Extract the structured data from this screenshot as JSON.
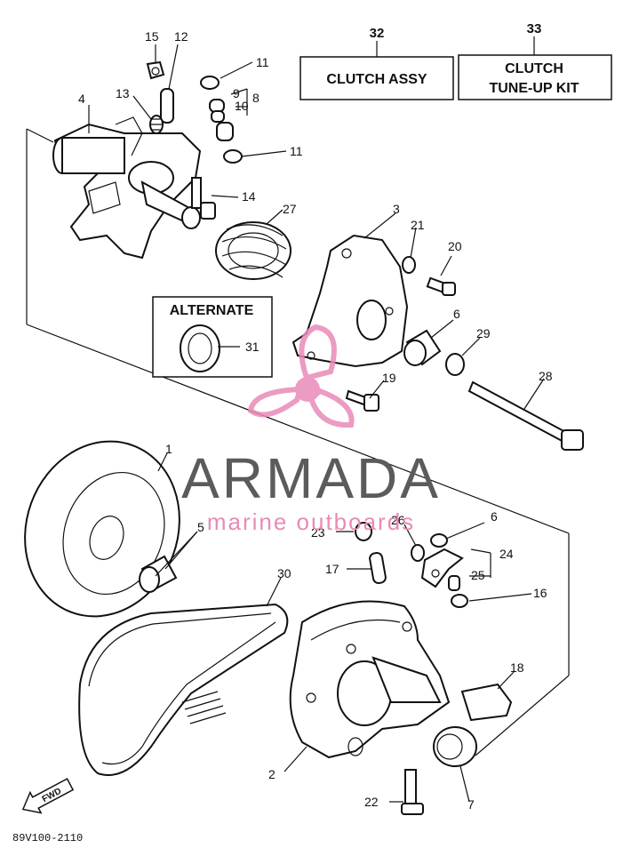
{
  "kits": [
    {
      "number": "32",
      "label": "CLUTCH ASSY"
    },
    {
      "number": "33",
      "label_line1": "CLUTCH",
      "label_line2": "TUNE-UP KIT"
    }
  ],
  "alternate_box": {
    "label": "ALTERNATE",
    "part": "31"
  },
  "callouts": [
    "15",
    "12",
    "11",
    "13",
    "9",
    "8",
    "10",
    "4",
    "11",
    "14",
    "27",
    "3",
    "21",
    "20",
    "6",
    "29",
    "28",
    "19",
    "1",
    "5",
    "30",
    "23",
    "26",
    "6",
    "17",
    "24",
    "25",
    "16",
    "18",
    "2",
    "22",
    "7"
  ],
  "watermark": {
    "brand": "ARMADA",
    "tagline": "marine outboards",
    "pink": "#e98ab8",
    "gray": "#5b5b5b"
  },
  "fwd_label": "FWD",
  "drawing_code": "89V100-2110"
}
